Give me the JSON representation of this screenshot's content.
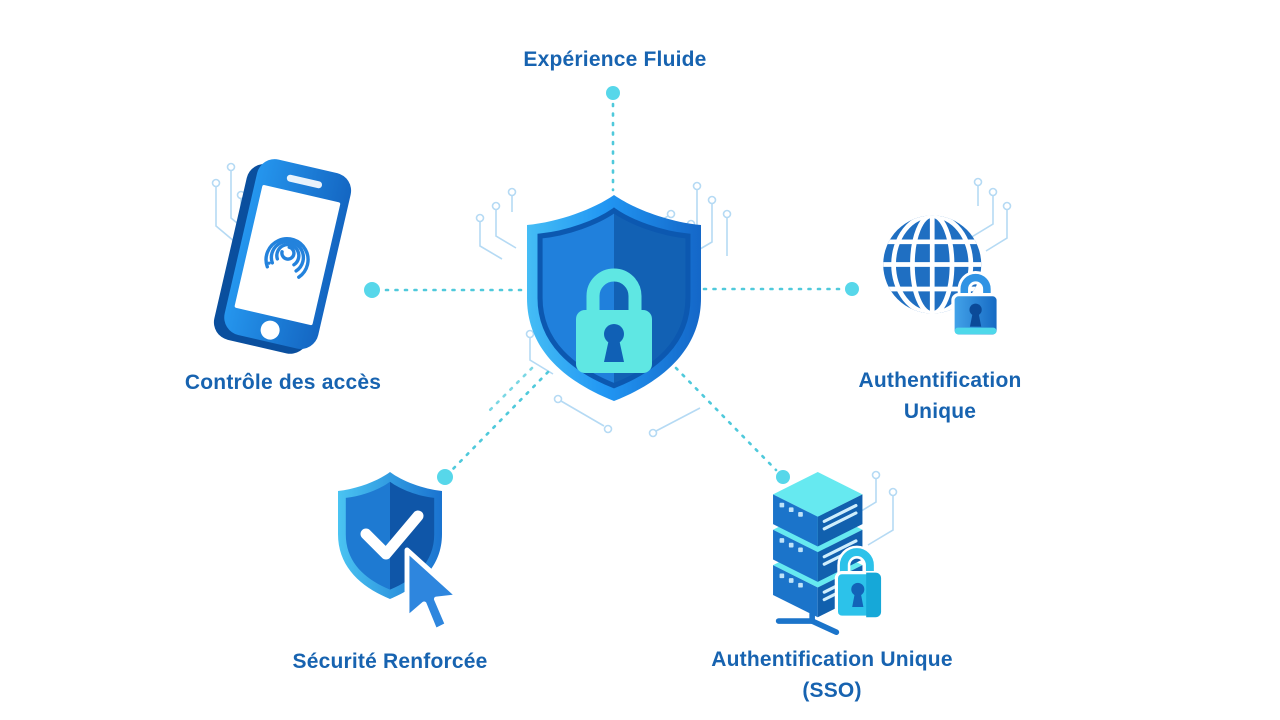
{
  "diagram": {
    "type": "hub-and-spoke",
    "center": {
      "icon": "shield-lock"
    },
    "nodes": {
      "top": {
        "label": "Expérience Fluide"
      },
      "left": {
        "label": "Contrôle des accès",
        "icon": "smartphone-fingerprint"
      },
      "right": {
        "label": "Authentification Unique",
        "icon": "globe-lock"
      },
      "bottom_left": {
        "label": "Sécurité Renforcée",
        "icon": "shield-check-cursor"
      },
      "bottom_right": {
        "label": "Authentification Unique (SSO)",
        "icon": "server-lock"
      }
    },
    "colors": {
      "label_text": "#1763b0",
      "connector_dot": "#57d7ea",
      "connector_dash": "#4fc9db",
      "circuit_trace": "#b5daf4",
      "shield_blue": "#1e88e5",
      "shield_dark_blue": "#1160b2",
      "lock_teal": "#5fe7e3",
      "background": "#ffffff"
    }
  }
}
